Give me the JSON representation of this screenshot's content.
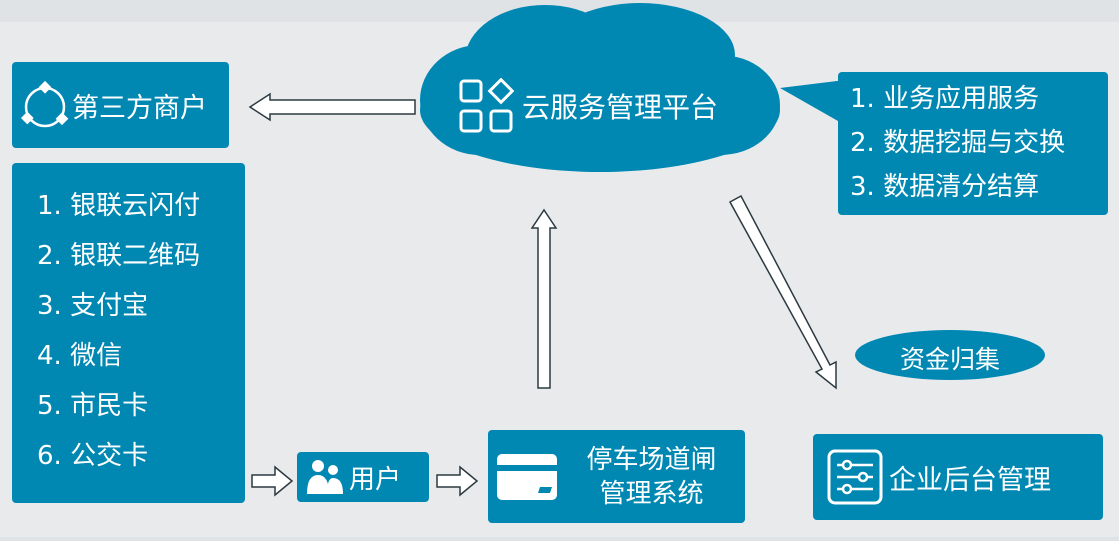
{
  "colors": {
    "accent": "#0088b3",
    "background": "#e9eaec"
  },
  "third_party": {
    "label": "第三方商户",
    "icon": "cycle-icon"
  },
  "payment_methods": [
    "1. 银联云闪付",
    "2. 银联二维码",
    "3. 支付宝",
    "4. 微信",
    "5. 市民卡",
    "6. 公交卡"
  ],
  "cloud": {
    "label": "云服务管理平台",
    "icon": "apps-icon"
  },
  "services": [
    "1. 业务应用服务",
    "2. 数据挖掘与交换",
    "3. 数据清分结算"
  ],
  "fund": {
    "label": "资金归集"
  },
  "user": {
    "label": "用户",
    "icon": "users-icon"
  },
  "parking": {
    "line1": "停车场道闸",
    "line2": "管理系统",
    "icon": "card-icon"
  },
  "enterprise": {
    "label": "企业后台管理",
    "icon": "sliders-icon"
  }
}
